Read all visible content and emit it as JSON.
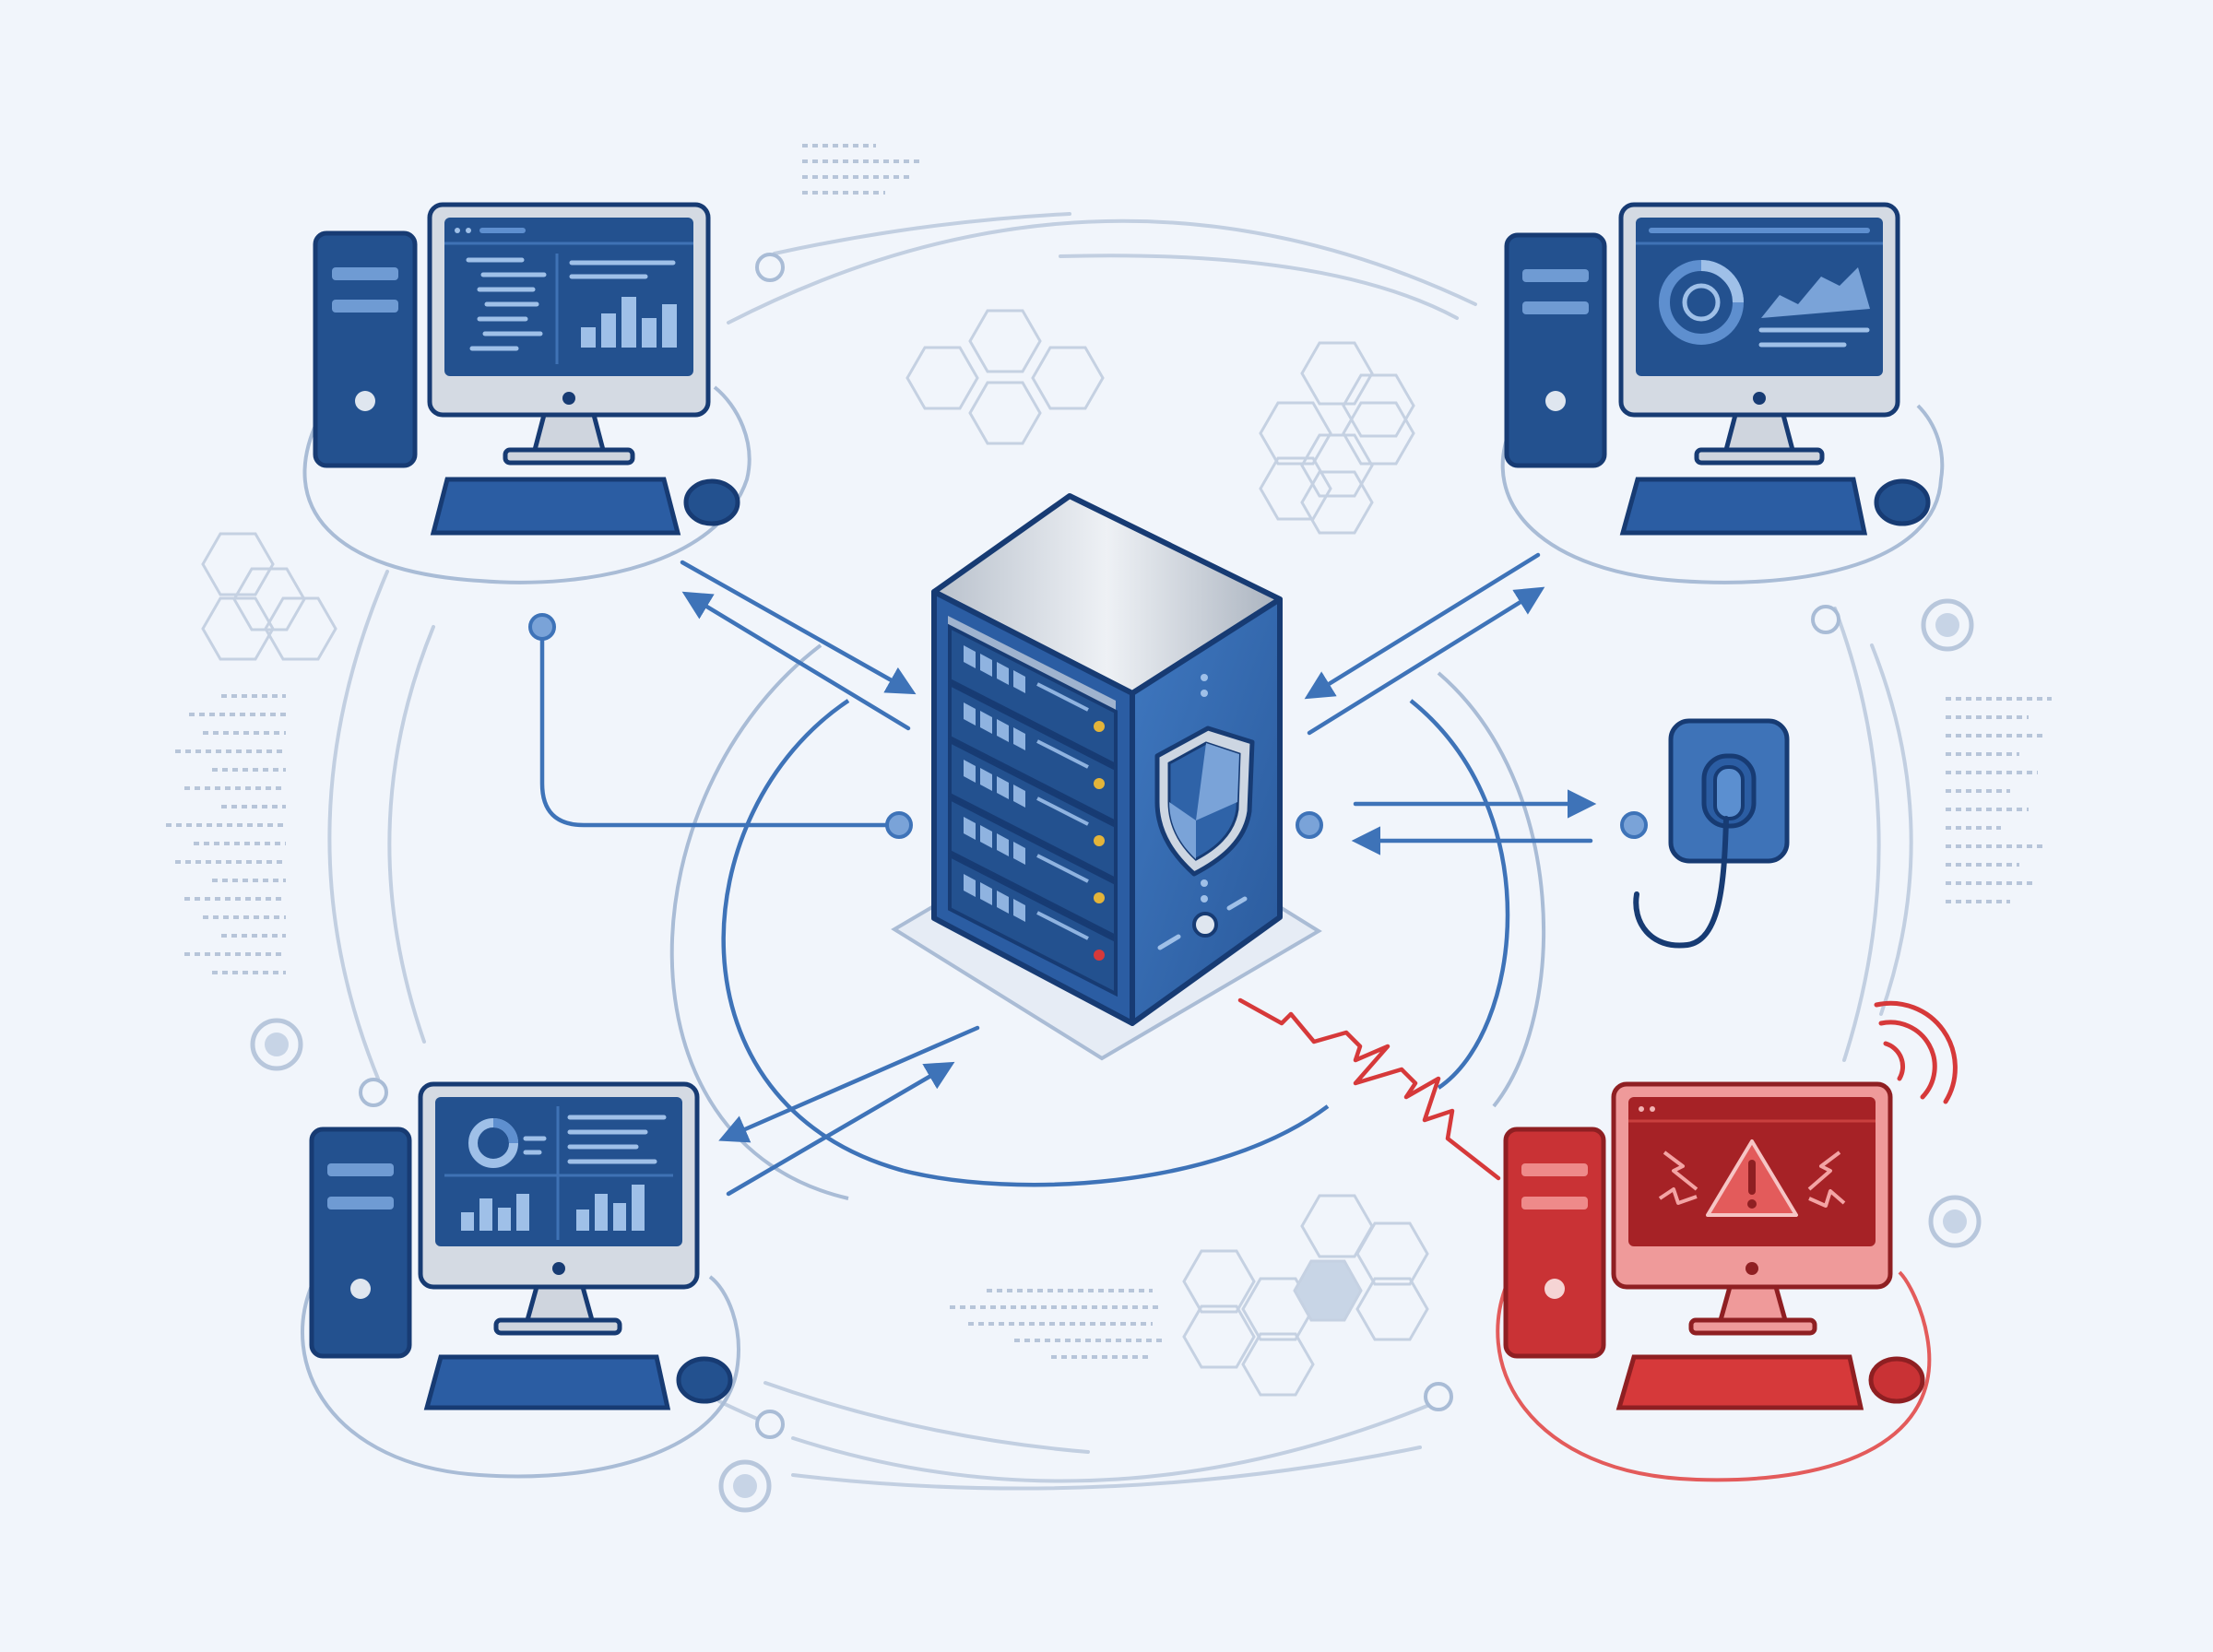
{
  "colors": {
    "background": "#f1f5fb",
    "primary": "#2f63a8",
    "primary_dark": "#173b73",
    "primary_light": "#5b8fd0",
    "screen": "#23518f",
    "metal": "#cfd5de",
    "alert": "#d6393a",
    "alert_dark": "#8f1f22",
    "alert_light": "#e35b5b",
    "muted_line": "#aabcd5",
    "warning_dot": "#e3b43a",
    "error_dot": "#d6393a"
  },
  "nodes": [
    {
      "id": "workstation-top-left",
      "status": "normal",
      "screen": "code-editor-and-bar-chart"
    },
    {
      "id": "workstation-top-right",
      "status": "normal",
      "screen": "donut-and-area-chart"
    },
    {
      "id": "workstation-bottom-left",
      "status": "normal",
      "screen": "dashboard-grid"
    },
    {
      "id": "workstation-bottom-right",
      "status": "alert",
      "screen": "warning-triangle"
    },
    {
      "id": "central-server",
      "status": "secured",
      "icon": "shield-icon",
      "rack_units": 5
    },
    {
      "id": "power-outlet",
      "status": "connected",
      "icon": "power-plug-icon"
    }
  ],
  "connections": [
    {
      "from": "workstation-top-left",
      "to": "central-server",
      "style": "bidirectional-arrows"
    },
    {
      "from": "workstation-top-right",
      "to": "central-server",
      "style": "bidirectional-arrows"
    },
    {
      "from": "workstation-bottom-left",
      "to": "central-server",
      "style": "bidirectional-arrows"
    },
    {
      "from": "central-server",
      "to": "power-outlet",
      "style": "bidirectional-arrows"
    },
    {
      "from": "central-server",
      "to": "workstation-bottom-right",
      "style": "broken-zigzag"
    }
  ]
}
